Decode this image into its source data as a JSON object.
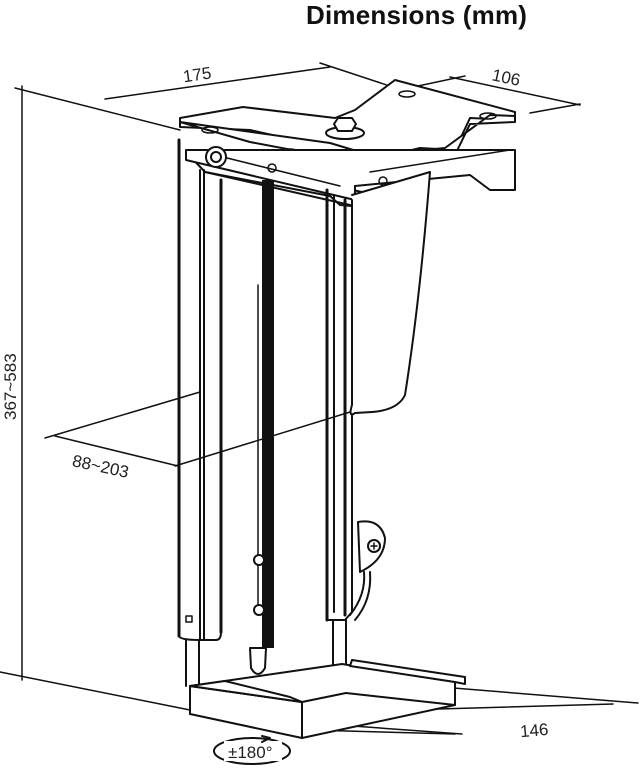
{
  "title": "Dimensions (mm)",
  "dimensions": {
    "width": "175",
    "top_depth": "106",
    "height_range": "367~583",
    "clamp_range": "88~203",
    "base_depth": "146",
    "rotation": "±180°"
  },
  "colors": {
    "line": "#111111",
    "background": "#ffffff"
  }
}
